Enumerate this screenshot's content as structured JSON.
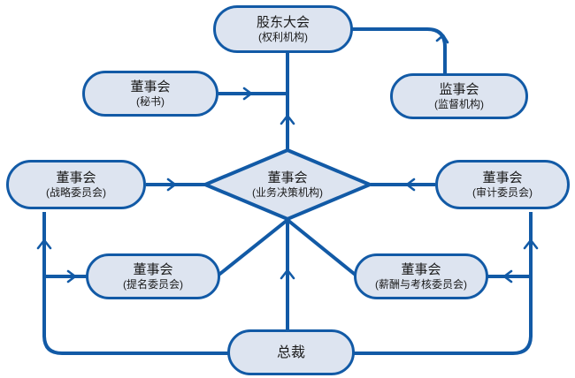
{
  "diagram": {
    "kind": "org-chart",
    "colors": {
      "node_fill": "#dde4f0",
      "node_border": "#125aa6",
      "connector": "#125aa6",
      "background": "#ffffff",
      "text": "#1a1a1a"
    },
    "nodes": {
      "shareholders_meeting": {
        "title": "股东大会",
        "subtitle": "(权利机构)",
        "shape": "rounded"
      },
      "board_secretary": {
        "title": "董事会",
        "subtitle": "(秘书)",
        "shape": "rounded"
      },
      "supervisory_board": {
        "title": "监事会",
        "subtitle": "(监督机构)",
        "shape": "rounded"
      },
      "board_decision": {
        "title": "董事会",
        "subtitle": "(业务决策机构)",
        "shape": "diamond"
      },
      "strategy_committee": {
        "title": "董事会",
        "subtitle": "(战略委员会)",
        "shape": "rounded"
      },
      "audit_committee": {
        "title": "董事会",
        "subtitle": "(审计委员会)",
        "shape": "rounded"
      },
      "nomination_committee": {
        "title": "董事会",
        "subtitle": "(提名委员会)",
        "shape": "rounded"
      },
      "compensation_committee": {
        "title": "董事会",
        "subtitle": "(薪酬与考核委员会)",
        "shape": "rounded"
      },
      "president": {
        "title": "总裁",
        "subtitle": "",
        "shape": "rounded"
      }
    },
    "connectors": [
      {
        "name": "board-decision-to-shareholders-meeting",
        "from": "board_decision",
        "to": "shareholders_meeting",
        "arrow": "up"
      },
      {
        "name": "board-secretary-to-trunk",
        "from": "board_secretary",
        "to": "shareholders_meeting",
        "arrow": "right"
      },
      {
        "name": "supervisory-board-to-shareholders-meeting",
        "from": "supervisory_board",
        "to": "shareholders_meeting",
        "arrow": "up-left"
      },
      {
        "name": "strategy-committee-to-board-decision",
        "from": "strategy_committee",
        "to": "board_decision",
        "arrow": "right"
      },
      {
        "name": "audit-committee-to-board-decision",
        "from": "audit_committee",
        "to": "board_decision",
        "arrow": "left"
      },
      {
        "name": "nomination-committee-to-board-decision",
        "from": "nomination_committee",
        "to": "board_decision",
        "arrow": "none"
      },
      {
        "name": "compensation-committee-to-board-decision",
        "from": "compensation_committee",
        "to": "board_decision",
        "arrow": "none"
      },
      {
        "name": "president-to-board-decision",
        "from": "president",
        "to": "board_decision",
        "arrow": "up"
      },
      {
        "name": "president-left-to-strategy-committee",
        "from": "president",
        "to": "strategy_committee",
        "arrow": "up"
      },
      {
        "name": "president-left-branch-to-nomination-committee",
        "from": "president",
        "to": "nomination_committee",
        "arrow": "right"
      },
      {
        "name": "president-right-to-audit-committee",
        "from": "president",
        "to": "audit_committee",
        "arrow": "up"
      },
      {
        "name": "president-right-branch-to-compensation-committee",
        "from": "president",
        "to": "compensation_committee",
        "arrow": "left"
      }
    ]
  }
}
